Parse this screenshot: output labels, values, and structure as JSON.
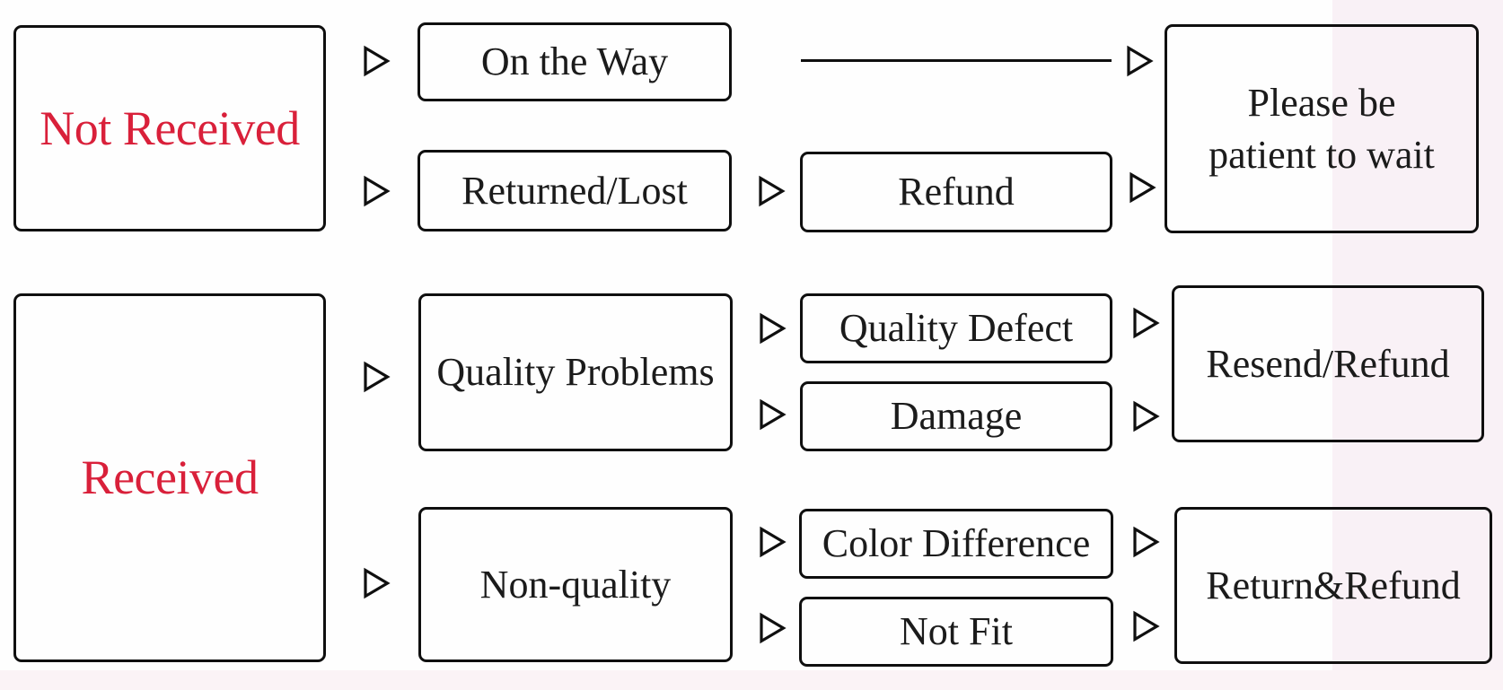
{
  "colors": {
    "background": "#fefefe",
    "text": "#1b1b1b",
    "accent": "#d9203a",
    "border": "#0f0f0f",
    "tint_right_band": "#f9f1f6",
    "tint_bottom_band": "#fbf3f6"
  },
  "icons": {
    "flow_arrow": "right-outline-triangle"
  },
  "nodes": {
    "not_received": {
      "label": "Not Received",
      "emphasis": "red"
    },
    "on_the_way": {
      "label": "On the Way"
    },
    "returned_lost": {
      "label": "Returned/Lost"
    },
    "refund": {
      "label": "Refund"
    },
    "please_wait": {
      "label": "Please be patient to wait"
    },
    "received": {
      "label": "Received",
      "emphasis": "red"
    },
    "quality_problems": {
      "label": "Quality Problems"
    },
    "quality_defect": {
      "label": "Quality Defect"
    },
    "damage": {
      "label": "Damage"
    },
    "resend_refund": {
      "label": "Resend/Refund"
    },
    "non_quality": {
      "label": "Non-quality"
    },
    "color_difference": {
      "label": "Color Difference"
    },
    "not_fit": {
      "label": "Not Fit"
    },
    "return_refund": {
      "label": "Return&Refund"
    }
  },
  "edges": [
    {
      "from": "Not Received",
      "to": "On the Way"
    },
    {
      "from": "Not Received",
      "to": "Returned/Lost"
    },
    {
      "from": "On the Way",
      "to": "Please be patient to wait"
    },
    {
      "from": "Returned/Lost",
      "to": "Refund"
    },
    {
      "from": "Refund",
      "to": "Please be patient to wait"
    },
    {
      "from": "Received",
      "to": "Quality Problems"
    },
    {
      "from": "Received",
      "to": "Non-quality"
    },
    {
      "from": "Quality Problems",
      "to": "Quality Defect"
    },
    {
      "from": "Quality Problems",
      "to": "Damage"
    },
    {
      "from": "Quality Defect",
      "to": "Resend/Refund"
    },
    {
      "from": "Damage",
      "to": "Resend/Refund"
    },
    {
      "from": "Non-quality",
      "to": "Color Difference"
    },
    {
      "from": "Non-quality",
      "to": "Not Fit"
    },
    {
      "from": "Color Difference",
      "to": "Return&Refund"
    },
    {
      "from": "Not Fit",
      "to": "Return&Refund"
    }
  ]
}
